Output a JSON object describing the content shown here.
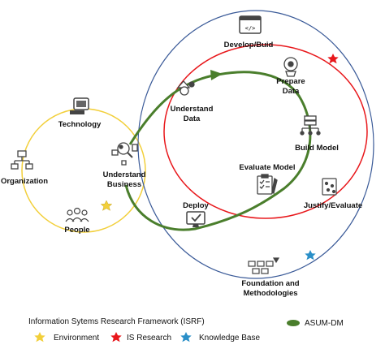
{
  "nodes": {
    "technology": "Technology",
    "organization": "Organization",
    "people": "People",
    "understand_business": [
      "Understand",
      "Business"
    ],
    "understand_data": [
      "Understand",
      "Data"
    ],
    "develop_build": "Develop/Buid",
    "prepare_data": [
      "Prepare",
      "Data"
    ],
    "build_model": "Build Model",
    "evaluate_model": "Evaluate Model",
    "justify_evaluate": "Justify/Evaluate",
    "deploy": "Deploy",
    "foundation": [
      "Foundation and",
      "Methodologies"
    ]
  },
  "legend": {
    "framework_title": "Information Sytems Research Framework (ISRF)",
    "environment": "Environment",
    "is_research": "IS Research",
    "knowledge_base": "Knowledge Base",
    "asum_dm": "ASUM-DM"
  },
  "colors": {
    "environment": "#f2cf3a",
    "is_research": "#e8171b",
    "knowledge_base": "#2a8fc8",
    "asum_dm": "#4a7e2c",
    "outer_ring": "#3a5a98"
  }
}
